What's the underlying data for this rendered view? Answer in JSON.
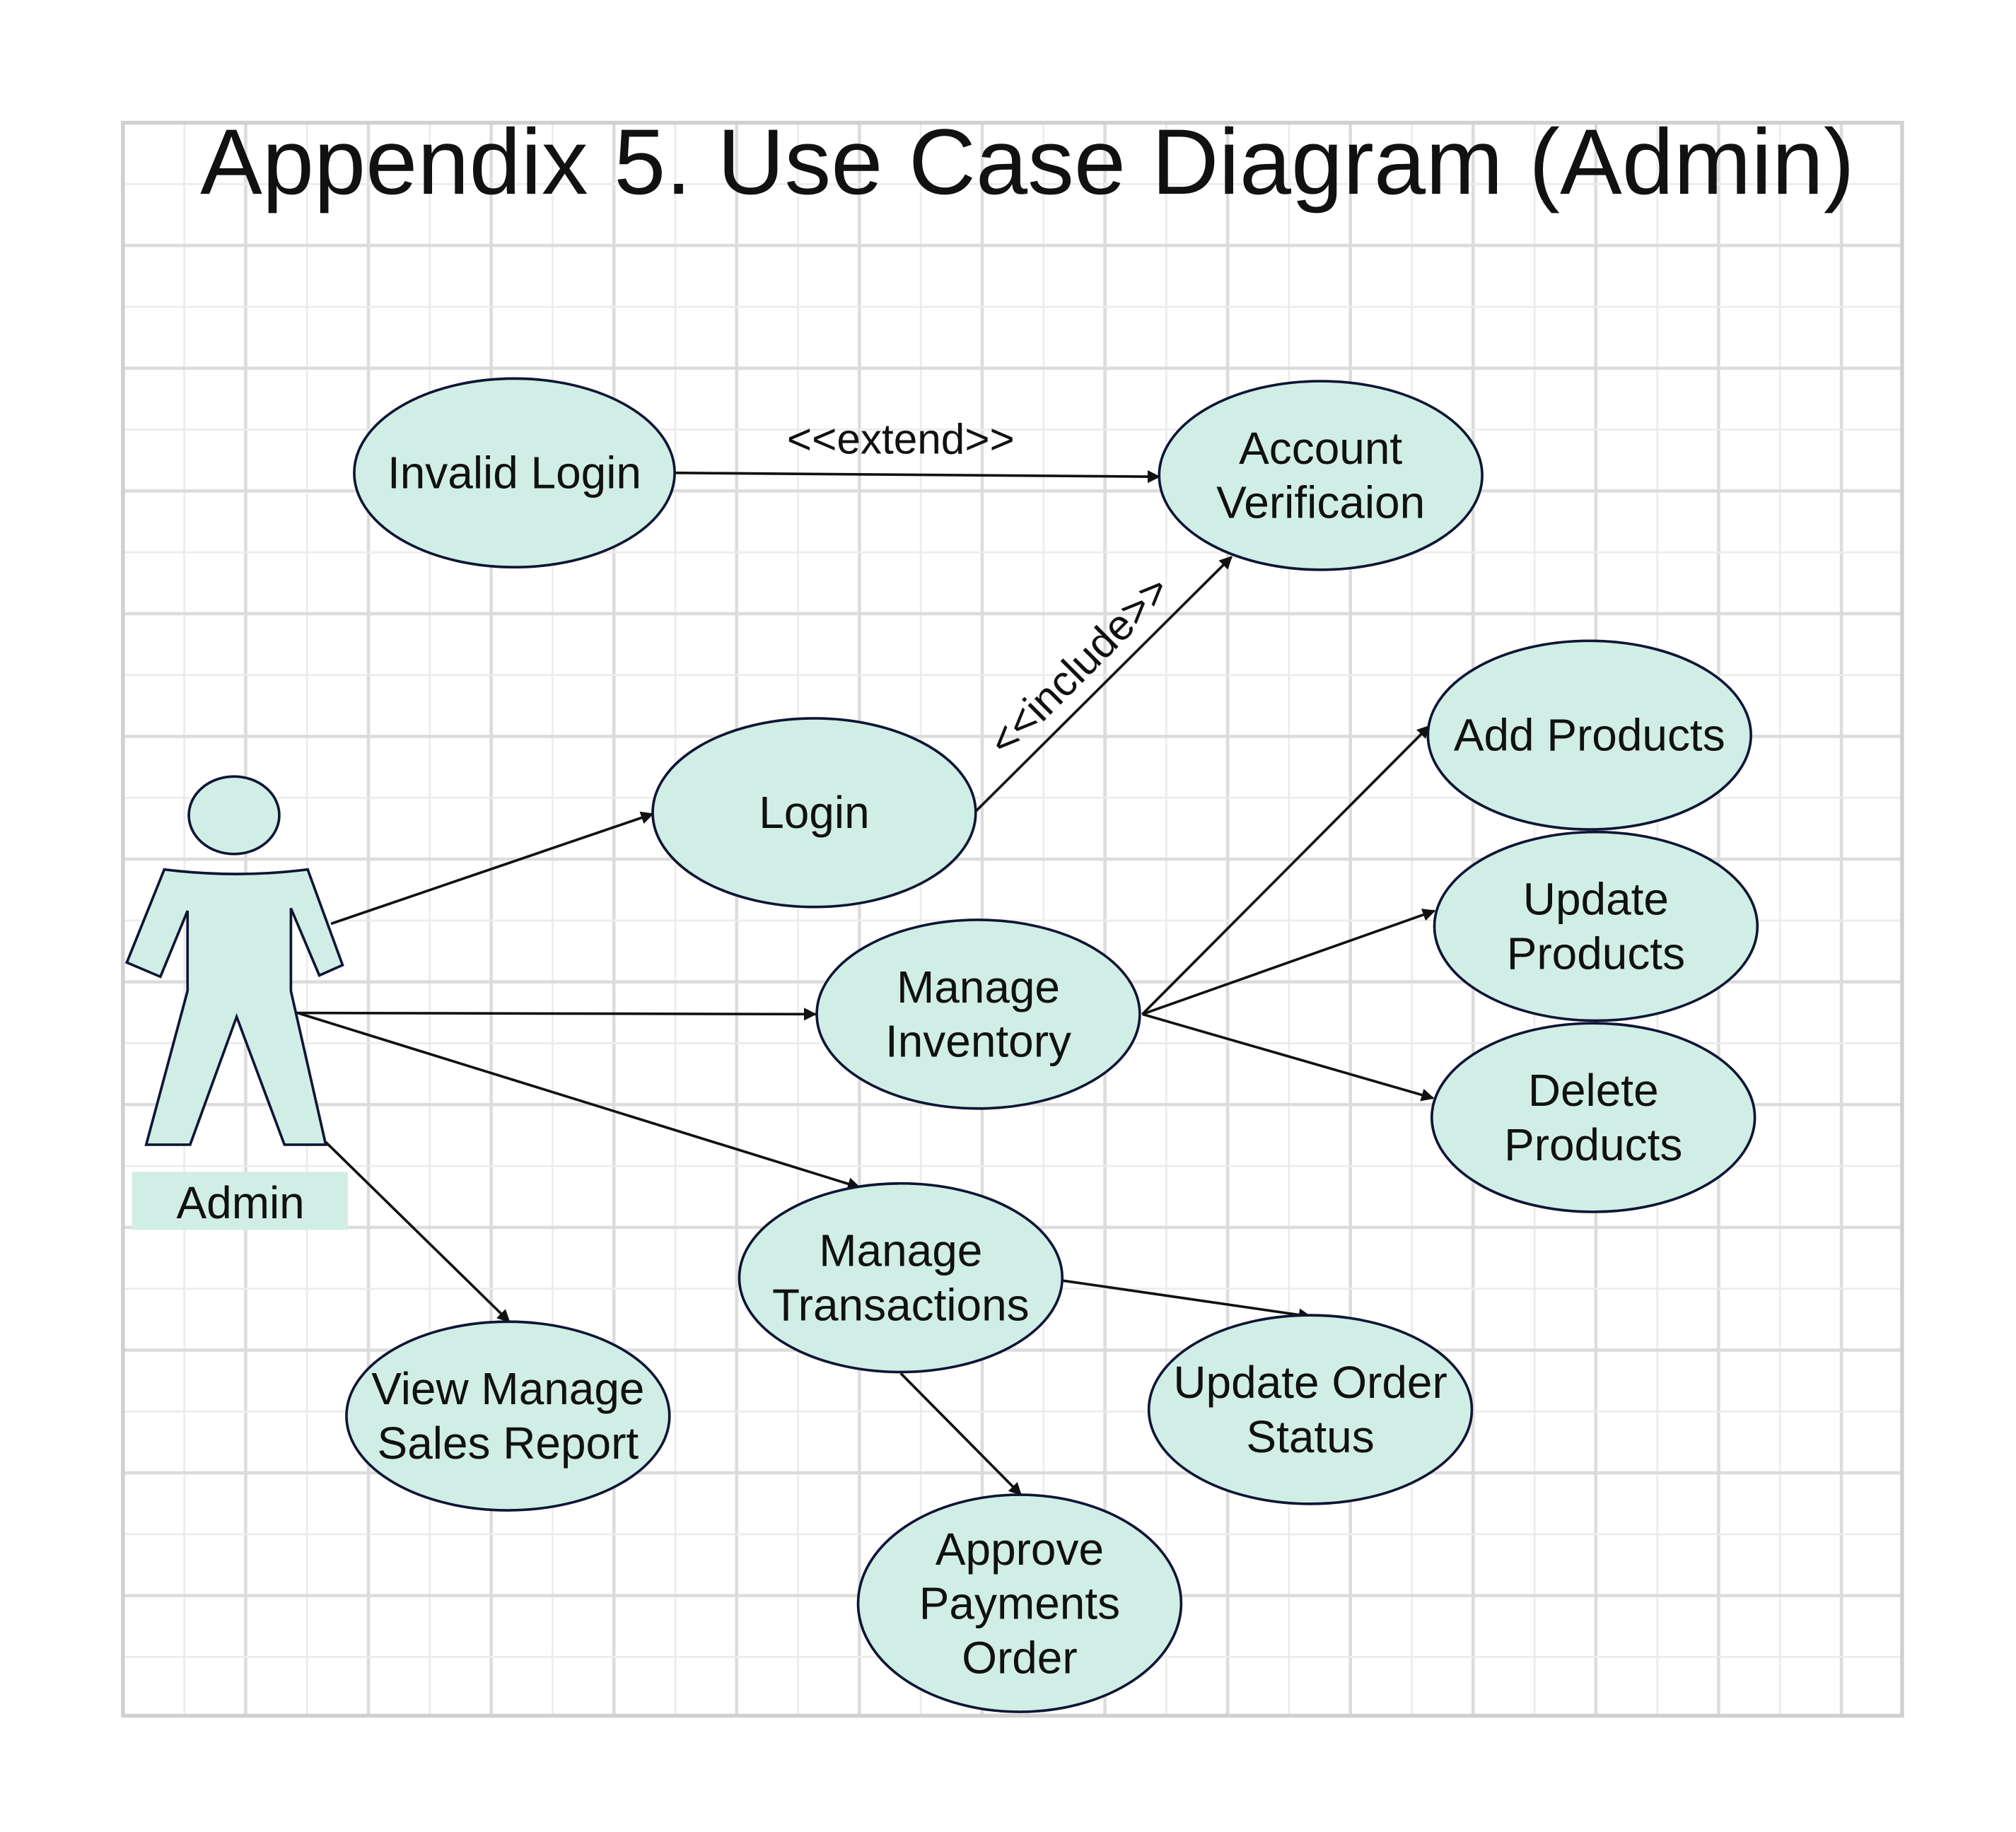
{
  "title": "Appendix 5. Use Case Diagram (Admin)",
  "colors": {
    "fill": "#d0eee5",
    "stroke": "#0f1535",
    "grid": "#dcdcdc"
  },
  "actor": {
    "label": "Admin"
  },
  "relations": {
    "extend": "<<extend>>",
    "include": "<<include>>"
  },
  "use_cases": {
    "invalid_login": [
      "Invalid Login"
    ],
    "account_verification": [
      "Account",
      "Verificaion"
    ],
    "login": [
      "Login"
    ],
    "add_products": [
      "Add Products"
    ],
    "update_products": [
      "Update",
      "Products"
    ],
    "manage_inventory": [
      "Manage",
      "Inventory"
    ],
    "delete_products": [
      "Delete",
      "Products"
    ],
    "manage_transactions": [
      "Manage",
      "Transactions"
    ],
    "update_order_status": [
      "Update Order",
      "Status"
    ],
    "view_sales_report": [
      "View Manage",
      "Sales Report"
    ],
    "approve_payments": [
      "Approve",
      "Payments",
      "Order"
    ]
  }
}
